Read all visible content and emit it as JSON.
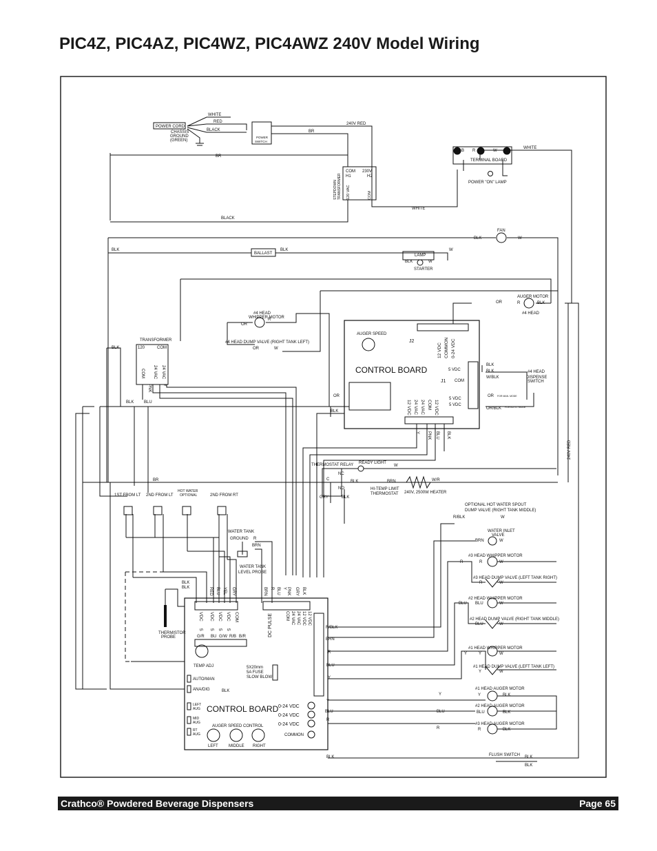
{
  "page": {
    "title": "PIC4Z, PIC4AZ, PIC4WZ, PIC4AWZ 240V Model Wiring",
    "footer_left": "Crathco® Powdered Beverage Dispensers",
    "footer_right": "Page 65"
  },
  "labels": {
    "white_top": "WHITE",
    "red_top": "RED",
    "black_top": "BLACK",
    "power_cord": "POWER CORD",
    "chassis_ground": "CHASSIS",
    "chassis_ground2": "GROUND",
    "chassis_ground3": "(GREEN)",
    "power_switch": "POWER",
    "power_switch2": "SWITCH",
    "br_top": "BR",
    "red_240v": "240V RED",
    "terminal_board": "TERMINAL BOARD",
    "tb_b": "B",
    "tb_r": "R",
    "tb_w": "W",
    "white_tb": "WHITE",
    "power_on_lamp": "POWER \"ON\" LAMP",
    "br_2": "BR",
    "stepdown": "STEPDOWN",
    "stepdown2": "TRANSFORMER",
    "tr_com": "COM",
    "tr_230v": "230V",
    "tr_h1": "H1",
    "tr_h2": "H2",
    "tr_120": "120 VAC",
    "tr_com2": "COM",
    "white_mid": "WHITE",
    "black_mid": "BLACK",
    "fan": "FAN",
    "blk_fan": "BLK",
    "w_fan": "W",
    "blk_left": "BLK",
    "ballast": "BALLAST",
    "blk_ballast": "BLK",
    "w_lamp": "W",
    "lamp": "LAMP",
    "blk_lamp": "BLK",
    "w_lamp2": "W",
    "starter": "STARTER",
    "or_auger": "OR",
    "auger_motor": "AUGER MOTOR",
    "r_auger": "R",
    "blk_auger": "BLK",
    "head4": "#4 HEAD",
    "head4_whipper": "#4 HEAD",
    "whipper_motor": "WHIPPER MOTOR",
    "or_whip": "OR",
    "r_whip": "R",
    "dump_valve_4": "#4 HEAD DUMP VALVE (RIGHT TANK LEFT)",
    "or_dump": "OR",
    "w_dump": "W",
    "auger_speed": "AUGER SPEED",
    "control_board_upper": "CONTROL BOARD",
    "j2": "J2",
    "j1": "J1",
    "v12_a": "12 VDC",
    "common_a": "COMMON",
    "v024_a": "0-24 VDC",
    "vdc5_a": "5 VDC",
    "com_a": "COM",
    "blk_ds1": "BLK",
    "blk_ds2": "BLK",
    "wblk_ds": "W/BLK",
    "head4_ds": "#4 HEAD",
    "dispense_switch": "DISPENSE",
    "dispense_switch2": "SWITCH",
    "or_ds": "OR",
    "orblk_ds": "OR/BLK",
    "man_mode": "FOR MAN. MODE",
    "auto_mode": "FOR AUTO. MODE",
    "vdc12_b": "12 VDC",
    "vac24_b": "24 VAC",
    "vac24_c": "24 VAC",
    "com_b": "COM",
    "vdc12_c": "12 VDC",
    "vdc5_b": "5 VDC",
    "vdc5_c": "5 VDC",
    "or_cb": "OR",
    "blk_cb": "BLK",
    "cb_y": "Y",
    "cb_pnk": "PNK",
    "cb_blu": "BLU",
    "cb_blk": "BLK",
    "blk_left2": "BLK",
    "transformer": "TRANSFORMER",
    "tf_120": "120",
    "tf_com": "COM",
    "tf_com2": "COM",
    "tf_24vac": "24 VAC",
    "tf_24vac2": "24 VAC",
    "pnk": "PNK",
    "y_tf": "Y",
    "blk_tf": "BLK",
    "blu_tf": "BLU",
    "red_240v_right": "240V RED",
    "thermostat_relay": "THERMOSTAT RELAY",
    "ready_light": "READY LIGHT",
    "w_ready": "W",
    "br_main": "BR",
    "c_relay": "C",
    "nc_relay": "NC",
    "no_relay": "NO",
    "blk_relay": "BLK",
    "brn_ht": "BRN",
    "wr_ht": "W/R",
    "hi_temp": "HI-TEMP LIMIT",
    "thermostat": "THERMOSTAT",
    "heater": "240V, 2500W HEATER",
    "gry_relay": "GRY",
    "blk_relay2": "BLK",
    "first_from_lt": "1ST FROM LT",
    "second_from_lt": "2ND FROM LT",
    "hot_water": "HOT WATER",
    "optional": "OPTIONAL",
    "second_from_rt": "2ND FROM RT",
    "opt_hot_spout": "OPTIONAL HOT WATER SPOUT",
    "dump_valve_rt_mid": "DUMP VALVE (RIGHT TANK MIDDLE)",
    "rblk_hs": "R/BLK",
    "w_hs": "W",
    "water_inlet": "WATER INLET",
    "valve": "VALVE",
    "brn_wi": "BRN",
    "w_wi": "W",
    "water_tank_ground": "WATER TANK",
    "ground": "GROUND",
    "r_wtg": "R",
    "brn_wtg": "BRN",
    "water_tank_level": "WATER TANK",
    "level_probe": "LEVEL PROBE",
    "head3_whipper": "#3 HEAD WHIPPER MOTOR",
    "r_h3w": "R",
    "r_h3w2": "R",
    "w_h3w": "W",
    "head3_dump": "#3 HEAD DUMP VALVE (LEFT TANK RIGHT)",
    "r_h3d": "R",
    "w_h3d": "W",
    "head2_whipper": "#2 HEAD WHIPPER MOTOR",
    "blu_h2w": "BLU",
    "blu_h2w2": "BLU",
    "w_h2w": "W",
    "head2_dump": "#2 HEAD DUMP VALVE (RIGHT TANK MIDDLE)",
    "blu_h2d": "BLU",
    "w_h2d": "W",
    "head1_whipper": "#1 HEAD WHIPPER MOTOR",
    "y_h1w": "Y",
    "y_h1w2": "Y",
    "w_h1w": "W",
    "head1_dump": "#1 HEAD DUMP VALVE (LEFT TANK LEFT)",
    "y_h1d": "Y",
    "w_h1d": "W",
    "head1_auger": "#1 HEAD AUGER MOTOR",
    "y_h1a": "Y",
    "y_h1a2": "Y",
    "blk_h1a": "BLK",
    "head2_auger": "#2 HEAD AUGER MOTOR",
    "blu_h2a": "BLU",
    "blu_h2a2": "BLU",
    "blk_h2a": "BLK",
    "head3_auger": "#3 HEAD AUGER MOTOR",
    "r_h3a": "R",
    "r_h3a2": "R",
    "blk_h3a": "BLK",
    "flush_switch": "FLUSH SWITCH",
    "blk_fs1": "BLK",
    "blk_fs2": "BLK",
    "blk_bottom": "BLK",
    "blk_lower": "BLK",
    "blk_lo1": "BLK",
    "blk_lo2": "BLK",
    "red_lo": "RED",
    "blu_lo": "BLU",
    "yel_lo": "YEL",
    "gry_lo": "GRY",
    "brn_lo": "BRN",
    "r_lo": "R",
    "blu_lo2": "BLU",
    "y_lo": "Y",
    "pnk_lo": "PNK",
    "gry_lo2": "GRY",
    "blk_lo3": "BLK",
    "thermistor": "THERMISTOR",
    "probe": "PROBE",
    "lb_vdc1": "VDC",
    "lb_5a": "5",
    "lb_vdc2": "VDC",
    "lb_5b": "5",
    "lb_vdc3": "VDC",
    "lb_5c": "5",
    "lb_vdc4": "VDC",
    "lb_5d": "5",
    "lb_com": "COM",
    "dc_pulse": "DC PULSE",
    "lb_com2": "COM",
    "lb_24vac": "24 VAC",
    "lb_24vac2": "24 VAC",
    "lb_12vdc": "12 VDC",
    "lb_12vdc2": "12 VDC",
    "rblk_lb": "R/BLK",
    "brn_lb": "BRN",
    "r_lb": "R",
    "blu_lb": "BLU",
    "y_lb": "Y",
    "lb_gr": "G/R",
    "lb_bu": "BU",
    "lb_gw": "G/W",
    "lb_rb": "R/B",
    "lb_bw": "B/R",
    "temp_adj": "TEMP ADJ",
    "fuse1": "5X20mm",
    "fuse2": "5A FUSE",
    "fuse3": "SLOW BLOW",
    "auto_man": "AUTO/MAN",
    "ana_dig": "ANA/DIG",
    "blk_lb2": "BLK",
    "left_aug": "LEFT",
    "left_aug2": "AUG",
    "mid_aug": "MID",
    "mid_aug2": "AUG",
    "rt_aug": "RT",
    "rt_aug2": "AUG",
    "control_board_lower": "CONTROL BOARD",
    "v024_1": "0-24 VDC",
    "v024_2": "0-24 VDC",
    "v024_3": "0-24 VDC",
    "common_lb": "COMMON",
    "y_out": "Y",
    "blu_out": "BLU",
    "r_out": "R",
    "auger_speed_control": "AUGER SPEED CONTROL",
    "left": "LEFT",
    "middle": "MIDDLE",
    "right": "RIGHT"
  }
}
